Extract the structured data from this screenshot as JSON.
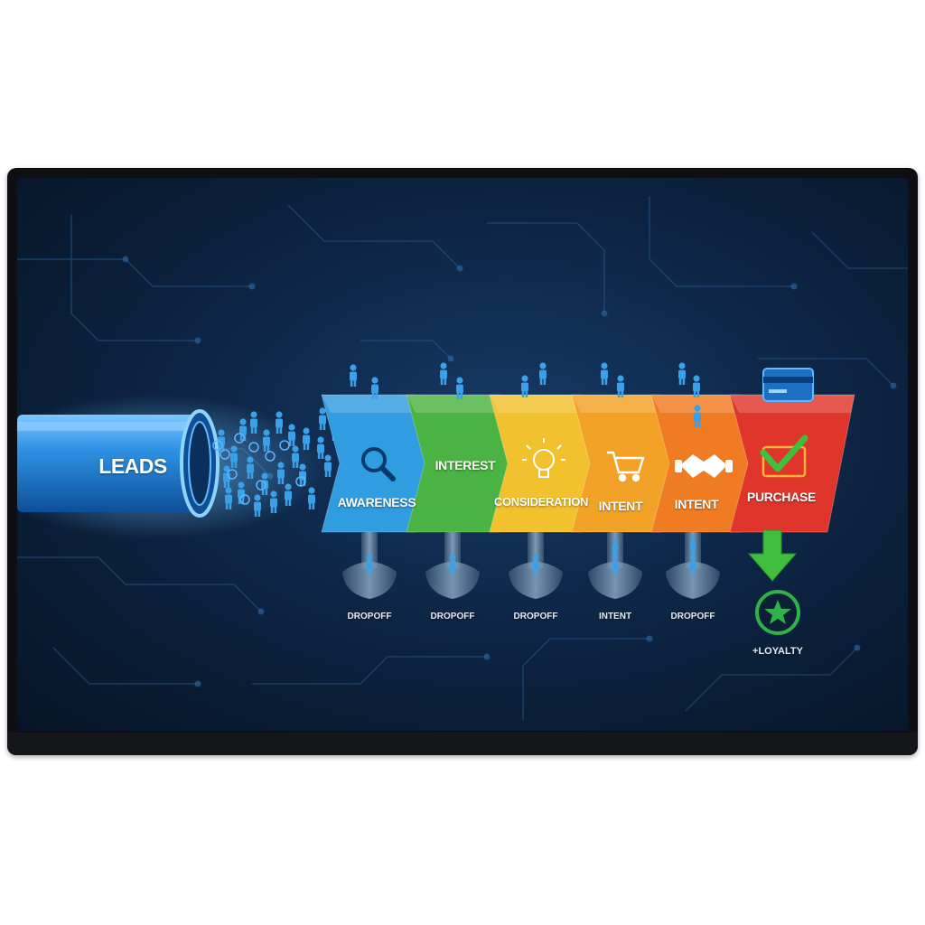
{
  "leads_label": "LEADS",
  "stages": [
    {
      "label": "AWARENESS",
      "icon": "magnifier-icon",
      "color": "#2f9de0"
    },
    {
      "label": "INTEREST",
      "icon": "none",
      "color": "#4bb343"
    },
    {
      "label": "CONSIDERATION",
      "icon": "lightbulb-icon",
      "color": "#f2c12e"
    },
    {
      "label": "INTENT",
      "icon": "cart-icon",
      "color": "#f2a227"
    },
    {
      "label": "INTENT",
      "icon": "handshake-icon",
      "color": "#ef7c22"
    },
    {
      "label": "PURCHASE",
      "icon": "check-icon",
      "color": "#e0352b"
    }
  ],
  "dropoffs": [
    "DROPOFF",
    "DROPOFF",
    "DROPOFF",
    "INTENT",
    "DROPOFF"
  ],
  "loyalty_label": "+LOYALTY",
  "colors": {
    "pipe": "#2a8ee0",
    "people": "#3aa0e8",
    "loyalty_ring": "#2fb24a",
    "background": "#0f2a4d"
  }
}
